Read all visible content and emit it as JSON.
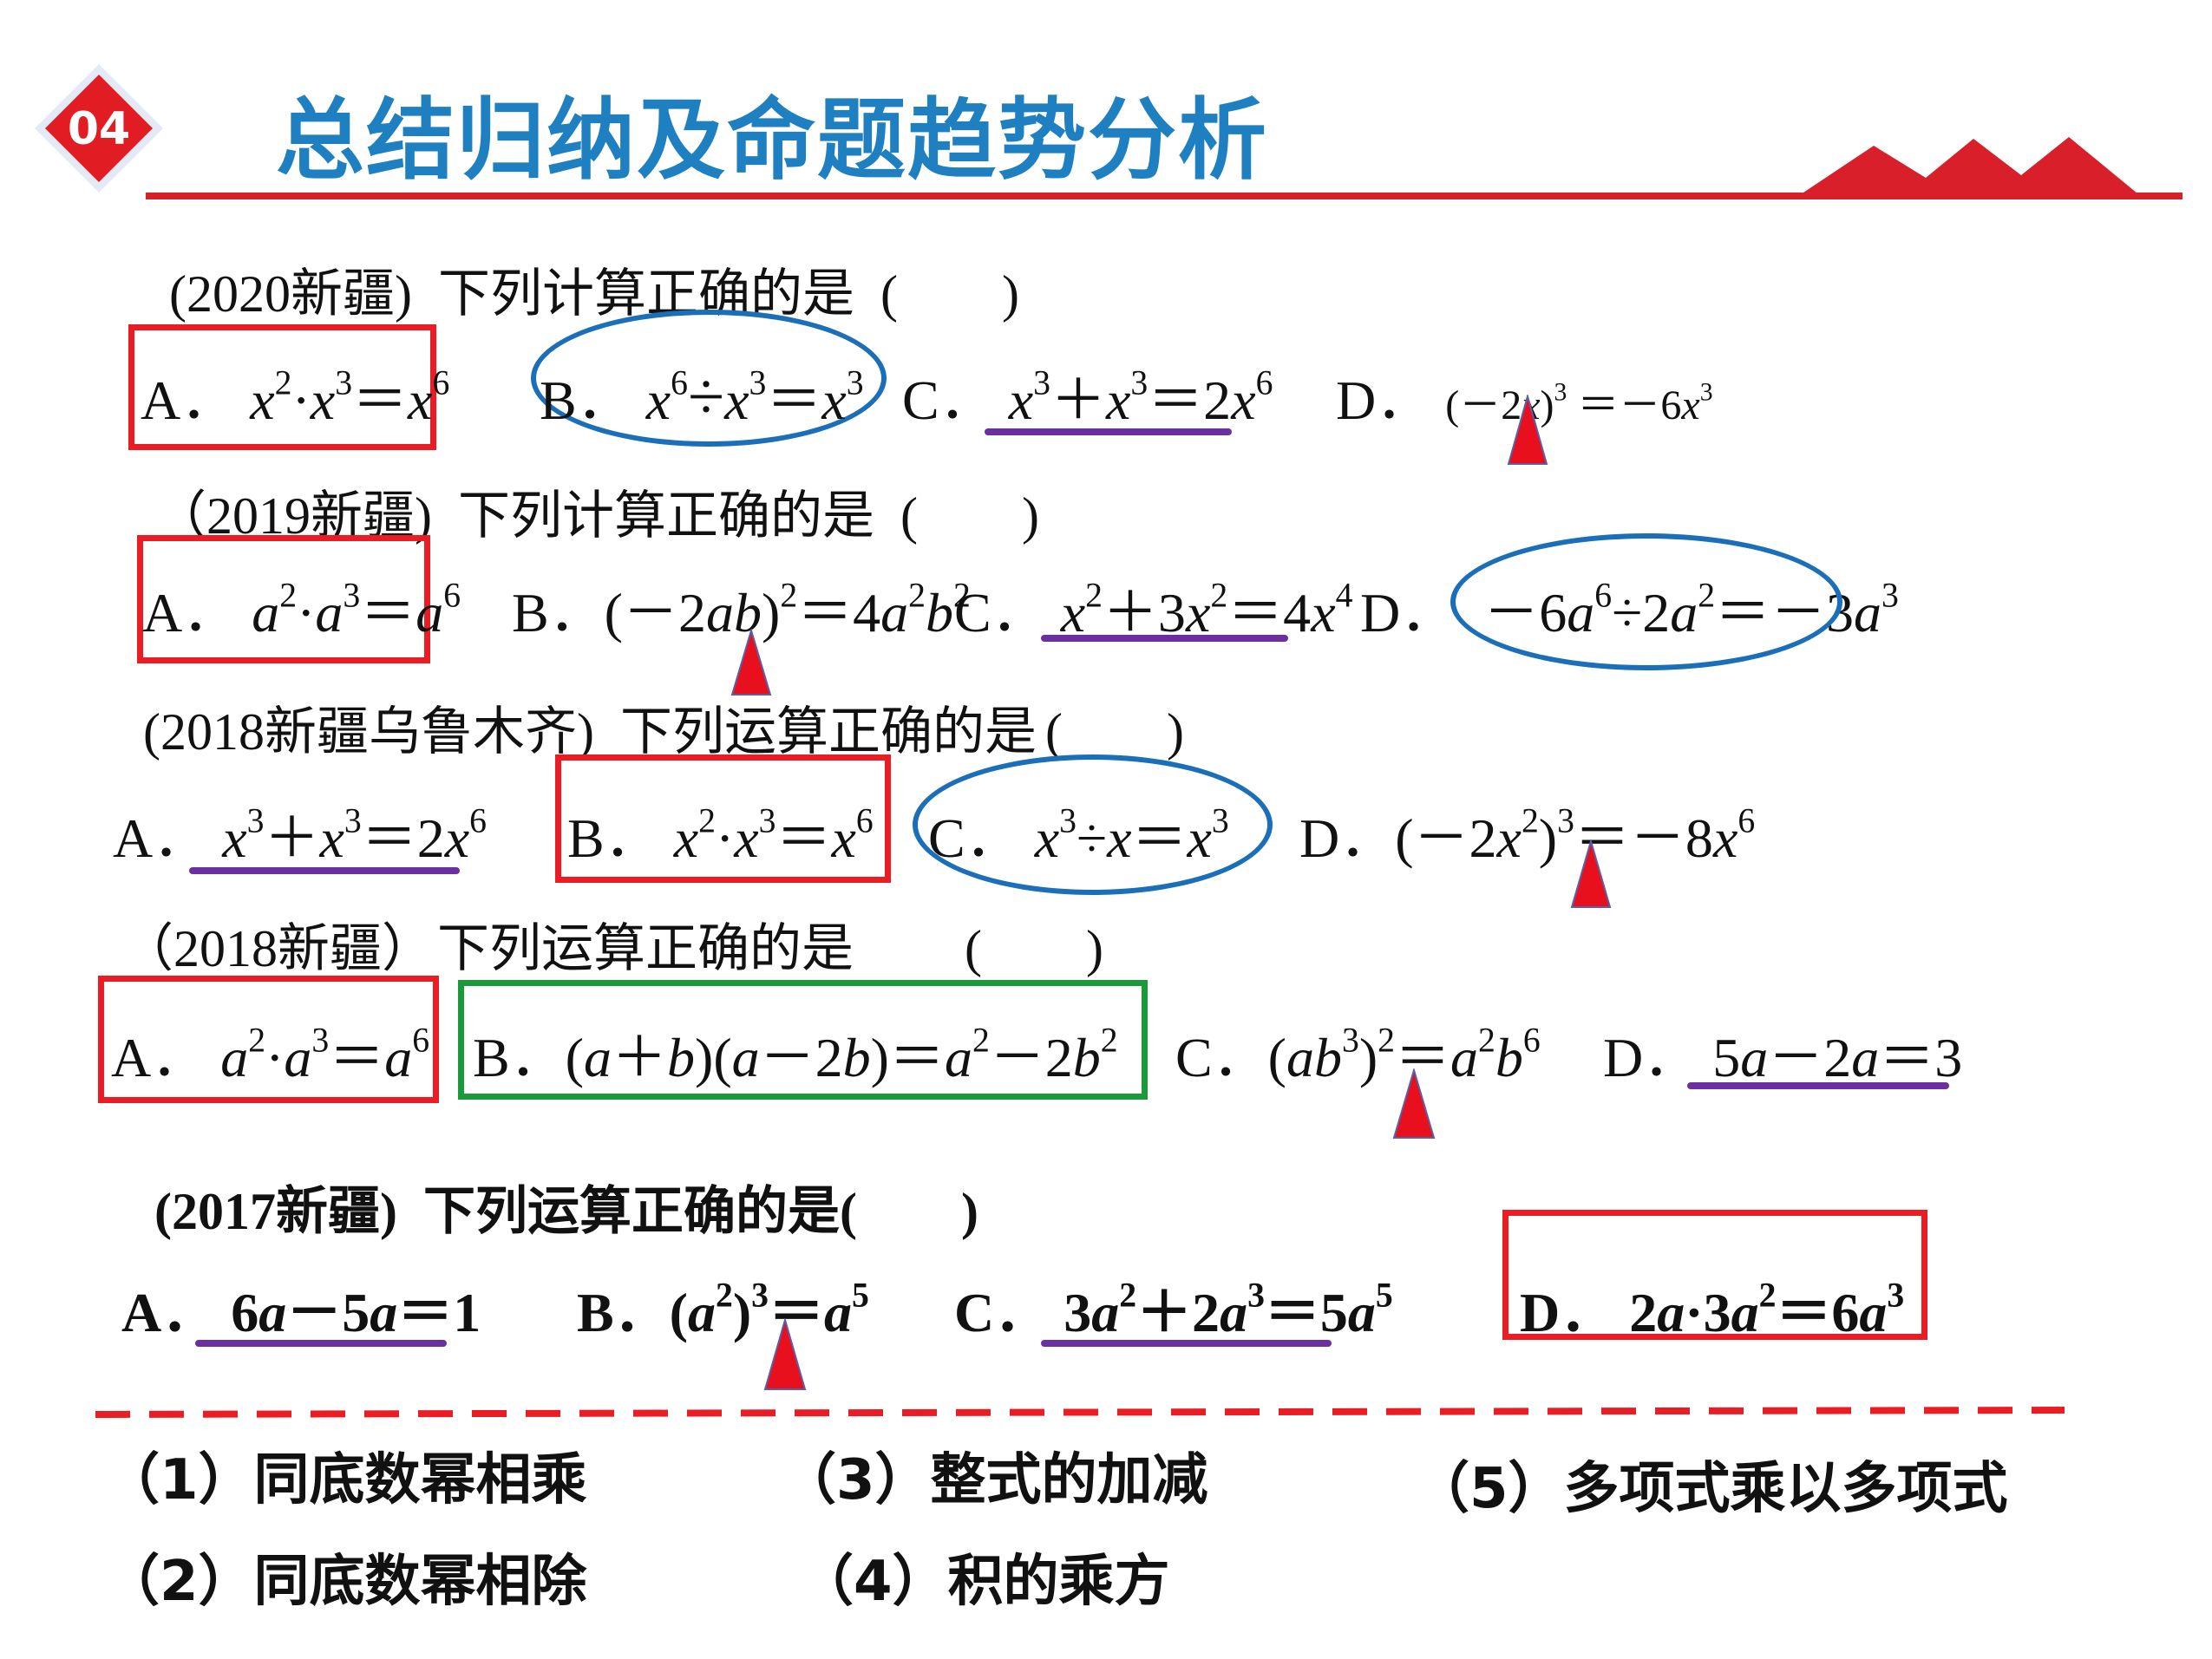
{
  "header": {
    "badge_number": "04",
    "title": "总结归纳及命题趋势分析",
    "accent_color": "#d9202a",
    "title_color": "#1e7fc1"
  },
  "questions": [
    {
      "source": "(2020新疆)",
      "stem": "下列计算正确的是",
      "blank": "(　　)",
      "options": [
        {
          "letter": "A．",
          "expr": "x²·x³＝x⁶"
        },
        {
          "letter": "B．",
          "expr": "x⁶÷x³＝x³"
        },
        {
          "letter": "C．",
          "expr": "x³＋x³＝2x⁶"
        },
        {
          "letter": "D．",
          "expr": "(－2x)³＝－6x³"
        }
      ]
    },
    {
      "source": "（2019新疆)",
      "stem": "下列计算正确的是",
      "blank": "(　　)",
      "options": [
        {
          "letter": "A．",
          "expr": "a²·a³＝a⁶"
        },
        {
          "letter": "B．",
          "expr": "(－2ab)²＝4a²b²"
        },
        {
          "letter": "C．",
          "expr": "x²＋3x²＝4x⁴"
        },
        {
          "letter": "D．",
          "expr": "－6a⁶÷2a²＝－3a³"
        }
      ]
    },
    {
      "source": "(2018新疆乌鲁木齐)",
      "stem": "下列运算正确的是",
      "blank": "(　　)",
      "options": [
        {
          "letter": "A．",
          "expr": "x³＋x³＝2x⁶"
        },
        {
          "letter": "B．",
          "expr": "x²·x³＝x⁶"
        },
        {
          "letter": "C．",
          "expr": "x³÷x＝x³"
        },
        {
          "letter": "D．",
          "expr": "(－2x²)³＝－8x⁶"
        }
      ]
    },
    {
      "source": "（2018新疆）",
      "stem": "下列运算正确的是",
      "blank": "(　　)",
      "options": [
        {
          "letter": "A．",
          "expr": "a²·a³＝a⁶"
        },
        {
          "letter": "B．",
          "expr": "(a＋b)(a－2b)＝a²－2b²"
        },
        {
          "letter": "C．",
          "expr": "(ab³)²＝a²b⁶"
        },
        {
          "letter": "D．",
          "expr": "5a－2a＝3"
        }
      ]
    },
    {
      "source": "(2017新疆)",
      "stem": "下列运算正确的是",
      "blank": "(　　)",
      "options": [
        {
          "letter": "A．",
          "expr": "6a－5a＝1"
        },
        {
          "letter": "B．",
          "expr": "(a²)³＝a⁵"
        },
        {
          "letter": "C．",
          "expr": "3a²＋2a³＝5a⁵"
        },
        {
          "letter": "D．",
          "expr": "2a·3a²＝6a³"
        }
      ]
    }
  ],
  "summary": [
    "（1）同底数幂相乘",
    "（2）同底数幂相除",
    "（3）整式的加减",
    "（4）积的乘方",
    "（5）多项式乘以多项式"
  ],
  "colors": {
    "box_red": "#ea1d24",
    "box_green": "#1a9a3a",
    "ellipse_blue": "#1b6fb8",
    "underline_purple": "#6b2fa0",
    "triangle_red": "#e8101c"
  }
}
